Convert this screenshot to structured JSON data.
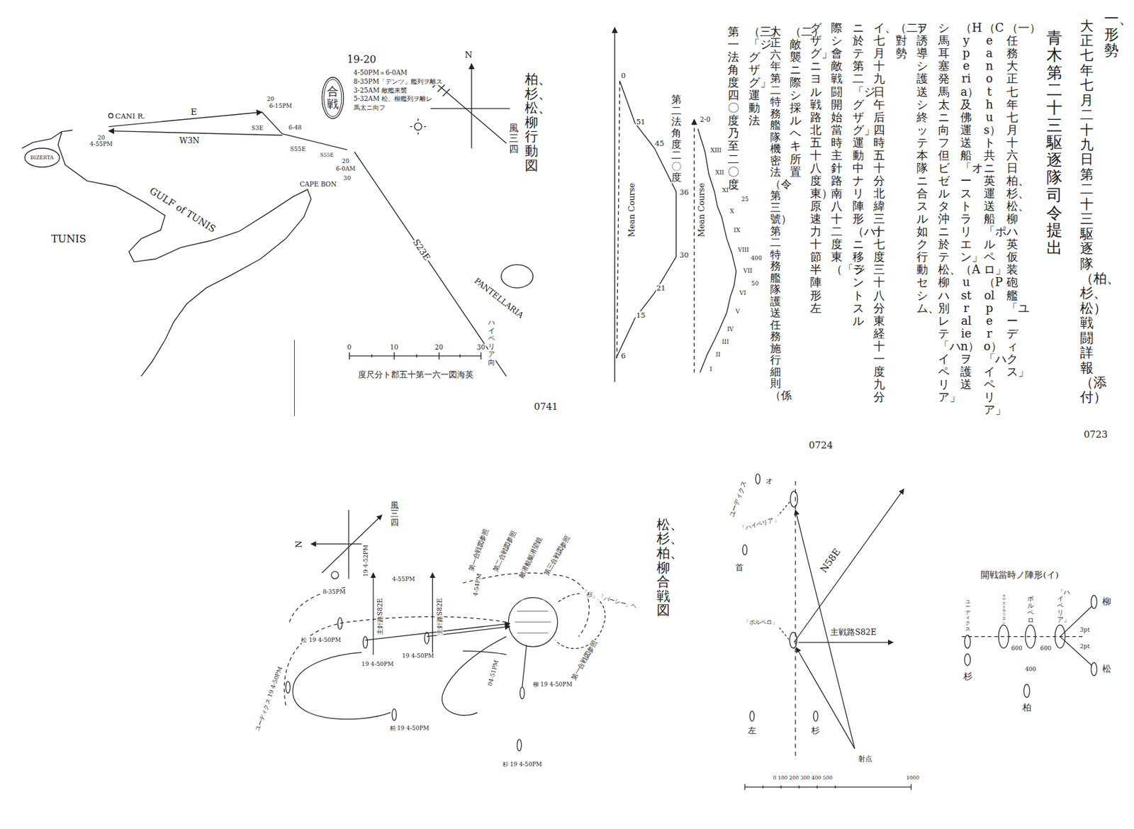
{
  "diagram": {
    "nodes": [
      {
        "text": [
          "合戦"
        ]
      }
    ],
    "labels": [
      "一、形勢",
      "大正七年七月二十九日 第二十三駆逐隊（柏、杉、松） 戦闘詳報（添付）",
      "青木 第二十三駆逐隊司令 提出",
      "（一）任務 大正七年七月十六日柏、杉、松、柳ハ英仮装砲艦「ユーディクス」",
      "（Ceanothus）ト共ニ英運送船「ポルペロ」（Polpero）「ハイペリア」",
      "（Hyperia）及佛運送船「オーストラリエン」（Australien）ヲ護送",
      "シ馬耳塞発馬太ニ向フ但ビゼルタ沖ニ於テ松、柳ハ別レテ「ハイペリア」",
      "ヲ誘導シ護送シ終ッテ本隊ニ合スル如ク行動セシム、",
      "（二）對勢",
      "イ、七月十九日午后四時五十分北緯三十七度三十八分東経十一度九分",
      "ニ於テ第二「ジグザグ」運動中ナリ陣形（ハ）ニ移ラントスル",
      "際シ會敵戦闘開始當時主針路南八十二度東（「ジ",
      "グザグ」ニヨル戦路北五十八度東）原速力十節半陣形左",
      "0723",
      "（二）敵襲ニ際シ採ルヘキ所置",
      "大正六年第二特務艦隊機密法（令第三號）第二特務艦隊護送任務施行細則（係",
      "（三）「ジグザグ」運動法",
      "第一法 角度四〇度乃至二〇度",
      "第二法 角度二〇度",
      "Mean Course",
      "Mean Course",
      "0",
      "51",
      "45",
      "36",
      "30",
      "21",
      "15",
      "6",
      "2-0",
      "XIII",
      "XII",
      "XI",
      "25",
      "X",
      "IX",
      "VIII",
      "400",
      "VII",
      "50",
      "VI",
      "V",
      "IV",
      "III",
      "II",
      "I",
      "0724",
      "柏、杉、松、柳行動図",
      "N",
      "風三四",
      "19-20",
      "4-50PM＝6-0AM",
      "8-35PM「デンツ」艦列ヲ離ス",
      "3-25AM 敵艦来襲",
      "5-32AM 松、柳艦列ヲ離レ",
      "馬太ニ向フ",
      "CANI R.",
      "20",
      "4-55PM",
      "E",
      "20",
      "6-15PM",
      "S3E",
      "6-48",
      "W3N",
      "S55E",
      "S55E",
      "20",
      "6-0AM",
      "30",
      "BIZERTA",
      "GULF of TUNIS",
      "TUNIS",
      "CAPE BON",
      "PANTELLARIA",
      "S23E",
      "ハイペリア向",
      "0",
      "10",
      "20",
      "30",
      "度尺分ト郡五十第一六一図海英",
      "0741",
      "松、杉、柏、柳合戦図",
      "風三四",
      "N",
      "19 4-52PM",
      "主針路S82E",
      "主針路S82E",
      "8-35PM",
      "松 19 4-50PM",
      "19 4-50PM",
      "19 4-50PM",
      "4-55PM",
      "4-54PM",
      "柏 19 4-50PM",
      "杉 19 4-50PM",
      "柳 19 4-50PM",
      "04-51PM",
      "ユーディクス 19 4-50PM",
      "第一合戦図参照",
      "第二合戦図参照",
      "敵潜航艇潜望鏡",
      "第三合戦図参照",
      "「杉」「バーシー」ヘ",
      "第一合戦図参照",
      "ユーディクス",
      "オ",
      "「ハイペリア」",
      "首",
      "「ポルペロ」",
      "N58E",
      "主戦路S82E",
      "左",
      "杉",
      "射点",
      "0 100 200 300 400 500",
      "1000",
      "開戦當時ノ陣形(イ)",
      "ユーディクス",
      "オーストラリエン",
      "ポルペロ",
      "「ハイペリア」",
      "600",
      "600",
      "400",
      "柏",
      "柳",
      "松",
      "杉",
      "3pt",
      "2pt"
    ]
  }
}
